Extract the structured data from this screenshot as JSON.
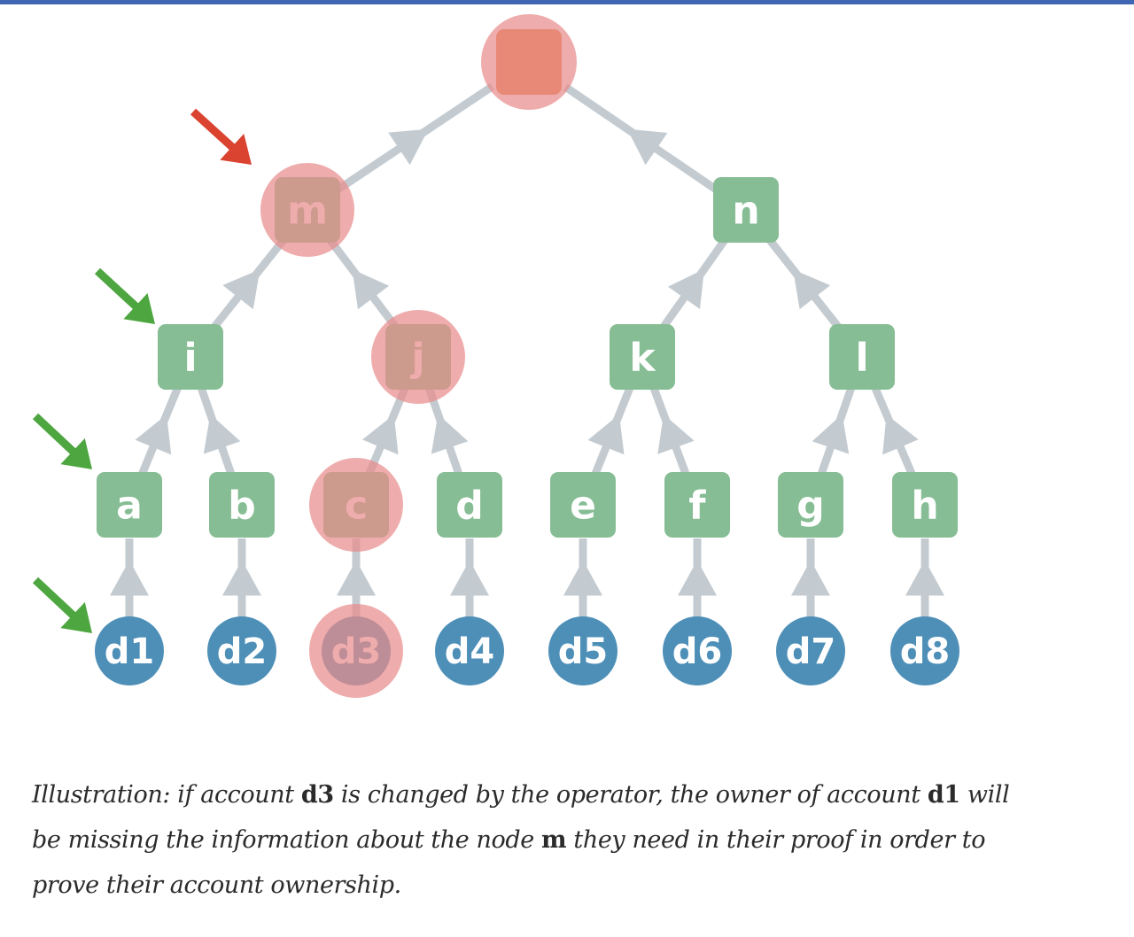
{
  "diagram": {
    "colors": {
      "leaf": "#4e8fb8",
      "hash": "#86bd94",
      "root": "#e67e3f",
      "edge": "#c3cbd1",
      "highlight": "#e98c8c",
      "pointer_green": "#4da63f",
      "pointer_red": "#d9432f"
    },
    "nodes": [
      {
        "id": "root",
        "label": "",
        "kind": "root",
        "highlighted": true
      },
      {
        "id": "m",
        "label": "m",
        "kind": "hash",
        "highlighted": true
      },
      {
        "id": "n",
        "label": "n",
        "kind": "hash",
        "highlighted": false
      },
      {
        "id": "i",
        "label": "i",
        "kind": "hash",
        "highlighted": false
      },
      {
        "id": "j",
        "label": "j",
        "kind": "hash",
        "highlighted": true
      },
      {
        "id": "k",
        "label": "k",
        "kind": "hash",
        "highlighted": false
      },
      {
        "id": "l",
        "label": "l",
        "kind": "hash",
        "highlighted": false
      },
      {
        "id": "a",
        "label": "a",
        "kind": "hash",
        "highlighted": false
      },
      {
        "id": "b",
        "label": "b",
        "kind": "hash",
        "highlighted": false
      },
      {
        "id": "c",
        "label": "c",
        "kind": "hash",
        "highlighted": true
      },
      {
        "id": "d",
        "label": "d",
        "kind": "hash",
        "highlighted": false
      },
      {
        "id": "e",
        "label": "e",
        "kind": "hash",
        "highlighted": false
      },
      {
        "id": "f",
        "label": "f",
        "kind": "hash",
        "highlighted": false
      },
      {
        "id": "g",
        "label": "g",
        "kind": "hash",
        "highlighted": false
      },
      {
        "id": "h",
        "label": "h",
        "kind": "hash",
        "highlighted": false
      },
      {
        "id": "d1",
        "label": "d1",
        "kind": "leaf",
        "highlighted": false
      },
      {
        "id": "d2",
        "label": "d2",
        "kind": "leaf",
        "highlighted": false
      },
      {
        "id": "d3",
        "label": "d3",
        "kind": "leaf",
        "highlighted": true
      },
      {
        "id": "d4",
        "label": "d4",
        "kind": "leaf",
        "highlighted": false
      },
      {
        "id": "d5",
        "label": "d5",
        "kind": "leaf",
        "highlighted": false
      },
      {
        "id": "d6",
        "label": "d6",
        "kind": "leaf",
        "highlighted": false
      },
      {
        "id": "d7",
        "label": "d7",
        "kind": "leaf",
        "highlighted": false
      },
      {
        "id": "d8",
        "label": "d8",
        "kind": "leaf",
        "highlighted": false
      }
    ],
    "edges": [
      {
        "from": "m",
        "to": "root"
      },
      {
        "from": "n",
        "to": "root"
      },
      {
        "from": "i",
        "to": "m"
      },
      {
        "from": "j",
        "to": "m"
      },
      {
        "from": "k",
        "to": "n"
      },
      {
        "from": "l",
        "to": "n"
      },
      {
        "from": "a",
        "to": "i"
      },
      {
        "from": "b",
        "to": "i"
      },
      {
        "from": "c",
        "to": "j"
      },
      {
        "from": "d",
        "to": "j"
      },
      {
        "from": "e",
        "to": "k"
      },
      {
        "from": "f",
        "to": "k"
      },
      {
        "from": "g",
        "to": "l"
      },
      {
        "from": "h",
        "to": "l"
      },
      {
        "from": "d1",
        "to": "a"
      },
      {
        "from": "d2",
        "to": "b"
      },
      {
        "from": "d3",
        "to": "c"
      },
      {
        "from": "d4",
        "to": "d"
      },
      {
        "from": "d5",
        "to": "e"
      },
      {
        "from": "d6",
        "to": "f"
      },
      {
        "from": "d7",
        "to": "g"
      },
      {
        "from": "d8",
        "to": "h"
      }
    ],
    "pointers": [
      {
        "target": "m",
        "color": "red"
      },
      {
        "target": "i",
        "color": "green"
      },
      {
        "target": "a",
        "color": "green"
      },
      {
        "target": "d1",
        "color": "green"
      }
    ]
  },
  "caption": {
    "part1": "Illustration: if account ",
    "bold1": "d3",
    "part2": " is changed by the operator, the owner of account ",
    "bold2": "d1",
    "part3": " will be missing the information about the node ",
    "bold3": "m",
    "part4": " they need in their proof in order to prove their account ownership."
  }
}
